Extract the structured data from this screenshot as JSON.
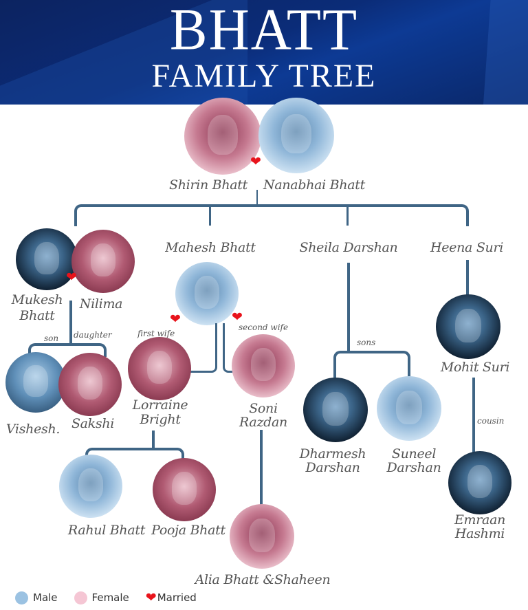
{
  "header": {
    "title_line1": "BHATT",
    "title_line2": "FAMILY TREE",
    "background_color": "#0b2c78"
  },
  "colors": {
    "male": "#9bc2e2",
    "female": "#f5c6d4",
    "married_heart": "#e8131b",
    "connector": "#3f6585",
    "name_text": "#555555"
  },
  "generation1": {
    "shirin": {
      "name": "Shirin Bhatt",
      "gender": "female"
    },
    "nanabhai": {
      "name": "Nanabhai Bhatt",
      "gender": "male"
    },
    "relation_icon": "heart-icon"
  },
  "generation2": {
    "mukesh": {
      "name_line1": "Mukesh",
      "name_line2": "Bhatt",
      "gender": "male"
    },
    "nilima": {
      "name": "Nilima",
      "gender": "female"
    },
    "mahesh": {
      "name": "Mahesh Bhatt",
      "gender": "male"
    },
    "sheila": {
      "name": "Sheila Darshan",
      "gender": "female"
    },
    "heena": {
      "name": "Heena Suri",
      "gender": "female"
    },
    "lorraine": {
      "name_line1": "Lorraine",
      "name_line2": "Bright",
      "gender": "female",
      "relation": "first wife"
    },
    "soni": {
      "name_line1": "Soni",
      "name_line2": "Razdan",
      "gender": "female",
      "relation": "second wife"
    }
  },
  "generation3": {
    "vishesh": {
      "name": "Vishesh.",
      "gender": "male",
      "relation": "son"
    },
    "sakshi": {
      "name": "Sakshi",
      "gender": "female",
      "relation": "daughter"
    },
    "rahul": {
      "name": "Rahul Bhatt",
      "gender": "male"
    },
    "pooja": {
      "name": "Pooja Bhatt",
      "gender": "female"
    },
    "alia_shaheen": {
      "name": "Alia Bhatt &Shaheen",
      "gender": "female"
    },
    "darshan_relation": "sons",
    "dharmesh": {
      "name_line1": "Dharmesh",
      "name_line2": "Darshan",
      "gender": "male"
    },
    "suneel": {
      "name_line1": "Suneel",
      "name_line2": "Darshan",
      "gender": "male"
    },
    "mohit": {
      "name": "Mohit Suri",
      "gender": "male"
    },
    "emraan": {
      "name_line1": "Emraan",
      "name_line2": "Hashmi",
      "gender": "male",
      "relation": "cousin"
    }
  },
  "legend": {
    "male_label": "Male",
    "female_label": "Female",
    "married_label": "Married"
  }
}
